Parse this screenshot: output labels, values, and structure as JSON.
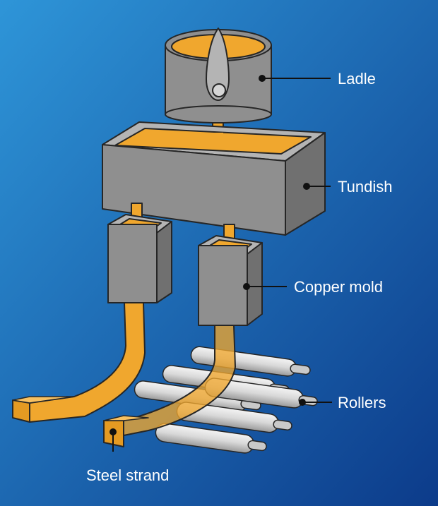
{
  "colors": {
    "background_top": "#2b8fd4",
    "background_bottom": "#0d3e8e",
    "steel_orange": "#f0a72e",
    "gray_light": "#b4b4b4",
    "gray_mid": "#8f8f8f",
    "gray_dark": "#6e6e6e",
    "outline": "#262626"
  },
  "labels": {
    "ladle": "Ladle",
    "tundish": "Tundish",
    "copper_mold": "Copper mold",
    "rollers": "Rollers",
    "steel_strand": "Steel strand"
  }
}
